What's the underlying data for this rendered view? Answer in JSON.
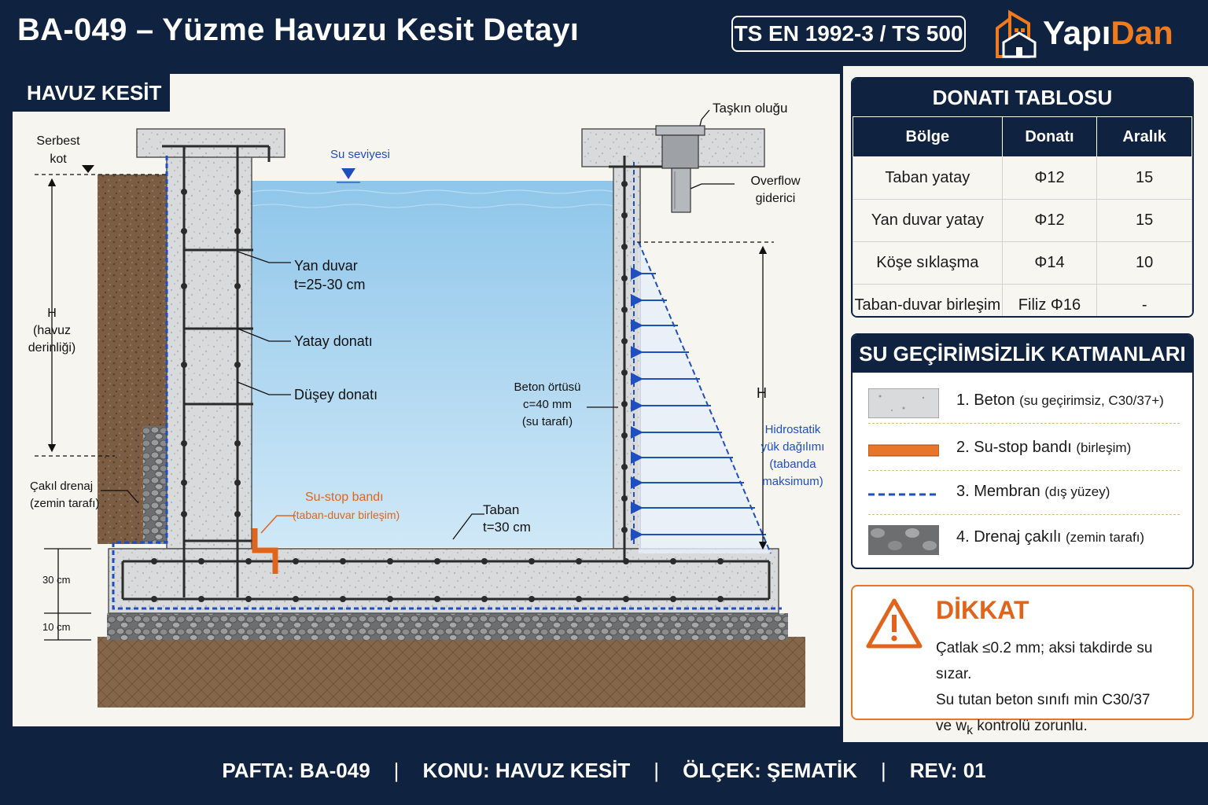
{
  "header": {
    "title": "BA-049 – Yüzme Havuzu Kesit Detayı",
    "standard": "TS EN 1992-3 / TS 500",
    "logo_part1": "Yapı",
    "logo_part2": "Dan"
  },
  "section_tag": "HAVUZ KESİT",
  "drawing": {
    "serbest_kot_1": "Serbest",
    "serbest_kot_2": "kot",
    "su_seviyesi": "Su seviyesi",
    "taskin_olugu": "Taşkın oluğu",
    "overflow_1": "Overflow",
    "overflow_2": "giderici",
    "h_label": "H",
    "h_havuz_1": "(havuz",
    "h_havuz_2": "derinliği)",
    "yan_duvar_1": "Yan duvar",
    "yan_duvar_2": "t=25-30 cm",
    "yatay_donati": "Yatay donatı",
    "dusey_donati": "Düşey donatı",
    "beton_ortusu_1": "Beton örtüsü",
    "beton_ortusu_2": "c=40 mm",
    "beton_ortusu_3": "(su tarafı)",
    "h_right": "H",
    "hidro_1": "Hidrostatik",
    "hidro_2": "yük dağılımı",
    "hidro_3": "(tabanda",
    "hidro_4": "maksimum)",
    "cakil_1": "Çakıl drenaj",
    "cakil_2": "(zemin tarafı)",
    "sustop_1": "Su-stop bandı",
    "sustop_2": "(taban-duvar birleşim)",
    "taban_1": "Taban",
    "taban_2": "t=30 cm",
    "dim_30": "30 cm",
    "dim_10": "10 cm"
  },
  "donati": {
    "title": "DONATI TABLOSU",
    "headers": [
      "Bölge",
      "Donatı",
      "Aralık"
    ],
    "rows": [
      [
        "Taban yatay",
        "Φ12",
        "15"
      ],
      [
        "Yan duvar yatay",
        "Φ12",
        "15"
      ],
      [
        "Köşe sıklaşma",
        "Φ14",
        "10"
      ],
      [
        "Taban-duvar birleşim",
        "Filiz Φ16",
        "-"
      ]
    ]
  },
  "layers": {
    "title": "SU GEÇİRİMSİZLİK KATMANLARI",
    "items": [
      {
        "main": "1. Beton",
        "detail": "(su geçirimsiz, C30/37+)"
      },
      {
        "main": "2. Su-stop bandı",
        "detail": "(birleşim)"
      },
      {
        "main": "3. Membran",
        "detail": "(dış yüzey)"
      },
      {
        "main": "4. Drenaj çakılı",
        "detail": "(zemin tarafı)"
      }
    ]
  },
  "warning": {
    "title": "DİKKAT",
    "line1": "Çatlak ≤0.2 mm; aksi takdirde su sızar.",
    "line2": "Su tutan beton sınıfı min C30/37",
    "line3_a": "ve w",
    "line3_sub": "k",
    "line3_b": " kontrolü zorunlu."
  },
  "footer": {
    "pafta": "PAFTA:  BA-049",
    "konu": "KONU: HAVUZ KESİT",
    "olcek": "ÖLÇEK: ŞEMATİK",
    "rev": "REV: 01"
  },
  "colors": {
    "navy": "#0f2340",
    "orange": "#e8762a",
    "water": "#9fd0ee",
    "membrane": "#1f4fbf"
  }
}
